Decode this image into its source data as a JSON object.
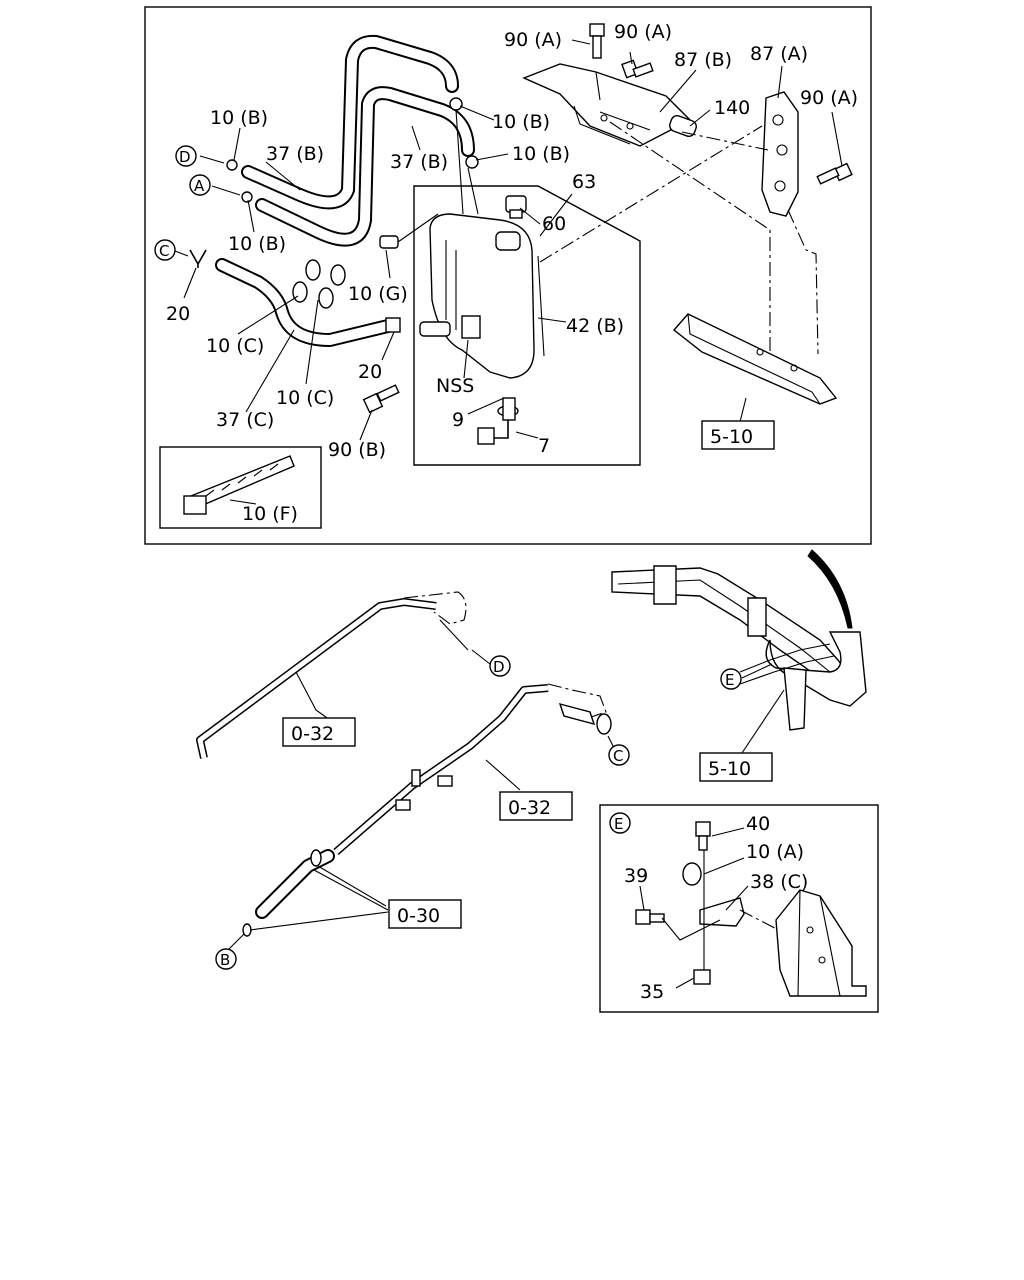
{
  "labels": {
    "l_90A_1": "90 (A)",
    "l_90A_2": "90 (A)",
    "l_87B": "87 (B)",
    "l_87A": "87 (A)",
    "l_90A_3": "90 (A)",
    "l_140": "140",
    "l_10B_1": "10 (B)",
    "l_10B_2": "10 (B)",
    "l_10B_3": "10 (B)",
    "l_10B_4": "10 (B)",
    "l_37B_1": "37 (B)",
    "l_37B_2": "37 (B)",
    "l_63": "63",
    "l_60": "60",
    "l_10G": "10 (G)",
    "l_20_1": "20",
    "l_20_2": "20",
    "l_10C_1": "10 (C)",
    "l_10C_2": "10 (C)",
    "l_42B": "42 (B)",
    "l_NSS": "NSS",
    "l_9": "9",
    "l_7": "7",
    "l_37C": "37 (C)",
    "l_90B": "90 (B)",
    "l_10F": "10 (F)",
    "l_40": "40",
    "l_10A": "10 (A)",
    "l_39": "39",
    "l_38C": "38 (C)",
    "l_35": "35"
  },
  "callouts": {
    "D": "D",
    "A": "A",
    "C": "C",
    "B": "B",
    "E": "E"
  },
  "refs": {
    "ref_510_top": "5-10",
    "ref_032_left": "0-32",
    "ref_032_right": "0-32",
    "ref_030": "0-30",
    "ref_510_frame": "5-10"
  }
}
